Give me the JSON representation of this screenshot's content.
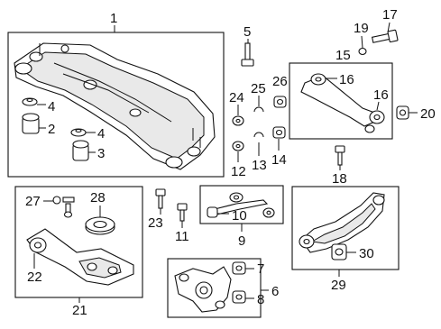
{
  "callouts": {
    "c1": "1",
    "c2": "2",
    "c3": "3",
    "c4a": "4",
    "c4b": "4",
    "c5": "5",
    "c6": "6",
    "c7": "7",
    "c8": "8",
    "c9": "9",
    "c10": "10",
    "c11": "11",
    "c12": "12",
    "c13": "13",
    "c14": "14",
    "c15": "15",
    "c16a": "16",
    "c16b": "16",
    "c17": "17",
    "c18": "18",
    "c19": "19",
    "c20": "20",
    "c21": "21",
    "c22": "22",
    "c23": "23",
    "c24": "24",
    "c25": "25",
    "c26": "26",
    "c27": "27",
    "c28": "28",
    "c29": "29",
    "c30": "30"
  }
}
